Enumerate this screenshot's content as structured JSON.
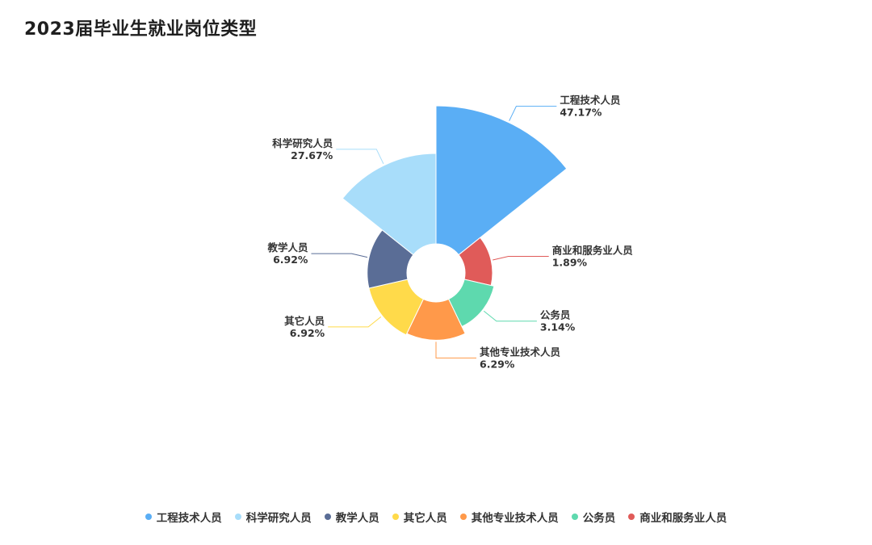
{
  "title": "2023届毕业生就业岗位类型",
  "chart_data": {
    "type": "pie",
    "variant": "rose-area",
    "title": "2023届毕业生就业岗位类型",
    "legend_position": "bottom",
    "series": [
      {
        "name": "工程技术人员",
        "value": 47.17,
        "label": "47.17%",
        "color": "#5AAEF5"
      },
      {
        "name": "商业和服务业人员",
        "value": 1.89,
        "label": "1.89%",
        "color": "#E05B59"
      },
      {
        "name": "公务员",
        "value": 3.14,
        "label": "3.14%",
        "color": "#5ED9AE"
      },
      {
        "name": "其他专业技术人员",
        "value": 6.29,
        "label": "6.29%",
        "color": "#FF994A"
      },
      {
        "name": "其它人员",
        "value": 6.92,
        "label": "6.92%",
        "color": "#FFDA4A"
      },
      {
        "name": "教学人员",
        "value": 6.92,
        "label": "6.92%",
        "color": "#5A6D96"
      },
      {
        "name": "科学研究人员",
        "value": 27.67,
        "label": "27.67%",
        "color": "#A8DDFA"
      }
    ]
  },
  "legend": [
    {
      "label": "工程技术人员",
      "color": "#5AAEF5"
    },
    {
      "label": "科学研究人员",
      "color": "#A8DDFA"
    },
    {
      "label": "教学人员",
      "color": "#5A6D96"
    },
    {
      "label": "其它人员",
      "color": "#FFDA4A"
    },
    {
      "label": "其他专业技术人员",
      "color": "#FF994A"
    },
    {
      "label": "公务员",
      "color": "#5ED9AE"
    },
    {
      "label": "商业和服务业人员",
      "color": "#E05B59"
    }
  ]
}
